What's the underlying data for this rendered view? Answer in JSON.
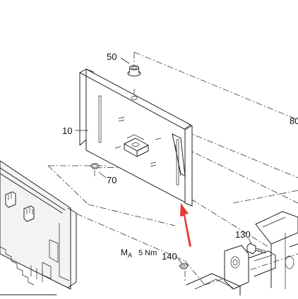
{
  "callouts": {
    "c10": "10",
    "c50": "50",
    "c70": "70",
    "c80": "80",
    "c130": "130",
    "c140": "140"
  },
  "torque": {
    "symbol": "M",
    "subscript": "A",
    "value": "5 Nm"
  },
  "colors": {
    "arrow": "#e53935",
    "line": "#222222"
  },
  "icons": {
    "direction": "install-direction-arrow"
  }
}
